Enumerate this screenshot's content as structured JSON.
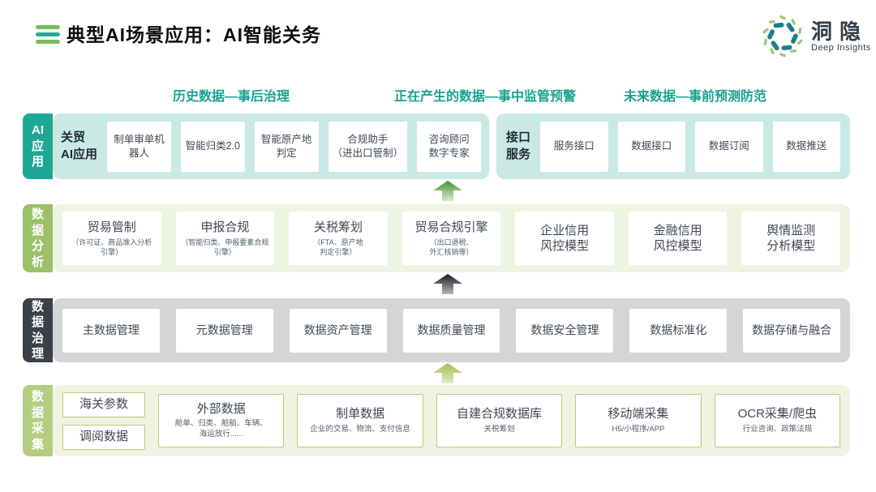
{
  "header": {
    "title": "典型AI场景应用：AI智能关务",
    "logo": {
      "name": "洞隐",
      "subtitle": "Deep Insights"
    }
  },
  "timeline_headers": [
    "历史数据—事后治理",
    "正在产生的数据—事中监管预警",
    "未来数据—事前预测防范"
  ],
  "rows": {
    "ai_app": {
      "tab": "AI\n应\n用",
      "guanmao": {
        "label": "关贸\nAI应用",
        "boxes": [
          {
            "title": "制单审单机\n器人"
          },
          {
            "title": "智能归类2.0"
          },
          {
            "title": "智能原产地\n判定"
          },
          {
            "title": "合规助手\n（进出口管制）"
          },
          {
            "title": "咨询顾问\n数字专家"
          }
        ]
      },
      "jiekou": {
        "label": "接口\n服务",
        "boxes": [
          {
            "title": "服务接口"
          },
          {
            "title": "数据接口"
          },
          {
            "title": "数据订阅"
          },
          {
            "title": "数据推送"
          }
        ]
      }
    },
    "analysis": {
      "tab": "数\n据\n分\n析",
      "boxes": [
        {
          "title": "贸易管制",
          "subtitle": "（许可证、商品准入分析\n引擎）"
        },
        {
          "title": "申报合规",
          "subtitle": "（智能归类、申报要素合规\n引擎）"
        },
        {
          "title": "关税筹划",
          "subtitle": "（FTA、原产地\n判定引擎）"
        },
        {
          "title": "贸易合规引擎",
          "subtitle": "（出口退税、\n外汇核销等）"
        },
        {
          "title": "企业信用\n风控模型"
        },
        {
          "title": "金融信用\n风控模型"
        },
        {
          "title": "舆情监测\n分析模型"
        }
      ]
    },
    "governance": {
      "tab": "数\n据\n治\n理",
      "boxes": [
        {
          "title": "主数据管理"
        },
        {
          "title": "元数据管理"
        },
        {
          "title": "数据资产管理"
        },
        {
          "title": "数据质量管理"
        },
        {
          "title": "数据安全管理"
        },
        {
          "title": "数据标准化"
        },
        {
          "title": "数据存储与融合"
        }
      ]
    },
    "collection": {
      "tab": "数\n据\n采\n集",
      "stack": [
        {
          "title": "海关参数"
        },
        {
          "title": "调阅数据"
        }
      ],
      "boxes": [
        {
          "title": "外部数据",
          "subtitle": "舱单、归类、船舶、车辆、\n海运放行......"
        },
        {
          "title": "制单数据",
          "subtitle": "企业的交易、物流、支付信息"
        },
        {
          "title": "自建合规数据库",
          "subtitle": "关税筹划"
        },
        {
          "title": "移动端采集",
          "subtitle": "H5/小程序/APP"
        },
        {
          "title": "OCR采集/爬虫",
          "subtitle": "行业咨询、政策法规"
        }
      ]
    }
  },
  "colors": {
    "accent_teal": "#1FA795",
    "timeline_header_text": "#16A292",
    "row_ai_bg": "#CBE9E4",
    "tab_analysis": "#9CC169",
    "row_analysis_bg": "#EDF4E2",
    "tab_governance": "#394049",
    "row_governance_bg": "#D3D5D6",
    "tab_collection": "#B3CE81",
    "row_collection_bg": "#EFF3E1",
    "collection_box_border": "#B7CA7C",
    "arrow_green": "#468F39",
    "arrow_dark": "#14191F",
    "arrow_yellow_green": "#9DBE4D"
  }
}
